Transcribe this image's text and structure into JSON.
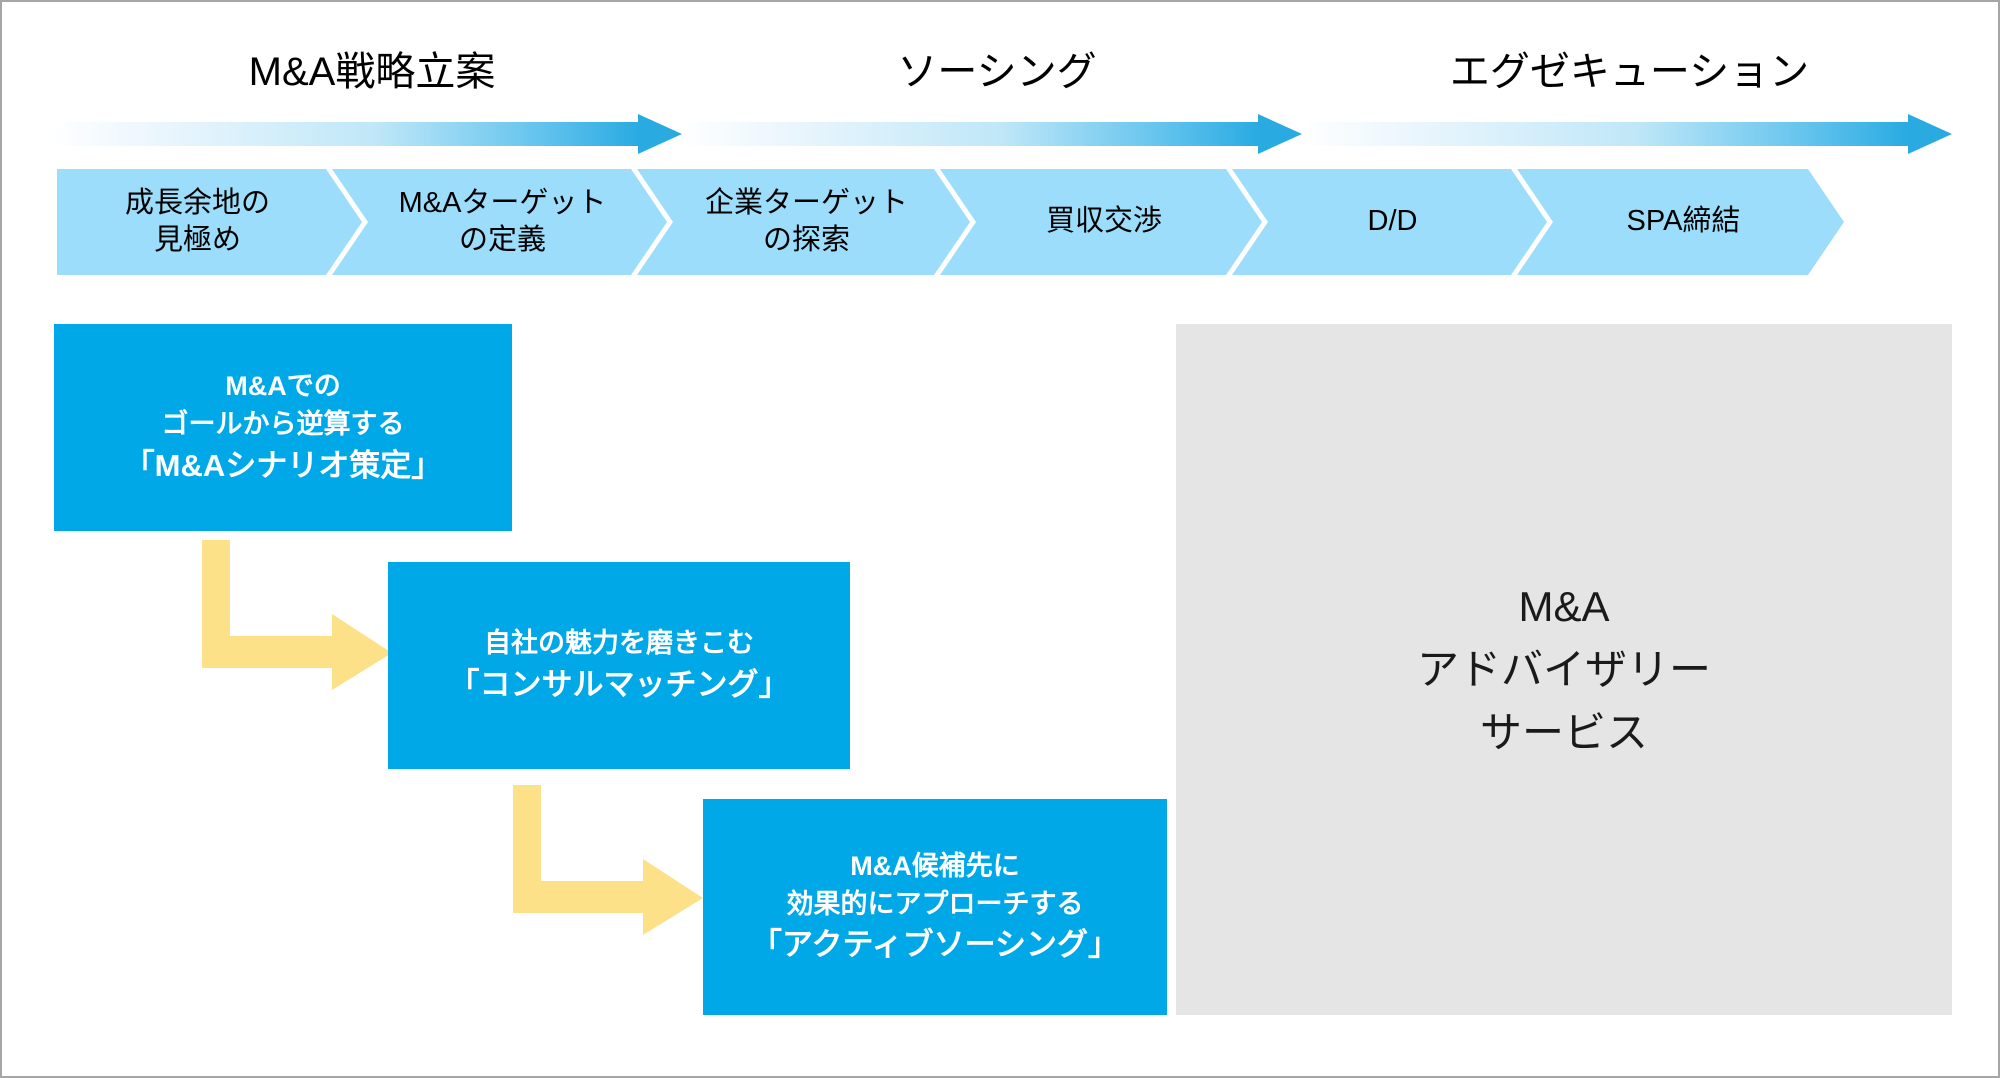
{
  "colors": {
    "arrow_gradient_start": "#FFFFFF",
    "arrow_gradient_end": "#29ABE2",
    "chevron_fill": "#9BDDFA",
    "callout_fill": "#00A8E8",
    "bent_arrow_fill": "#FCE188",
    "service_panel_fill": "#E5E5E5",
    "page_border": "#A6A6A6"
  },
  "phases": [
    {
      "title": "M&A戦略立案",
      "arrow_icon": "right-arrow-gradient-icon"
    },
    {
      "title": "ソーシング",
      "arrow_icon": "right-arrow-gradient-icon"
    },
    {
      "title": "エグゼキューション",
      "arrow_icon": "right-arrow-gradient-icon"
    }
  ],
  "process_steps": [
    {
      "lines": [
        "成長余地の",
        "見極め"
      ]
    },
    {
      "lines": [
        "M&Aターゲット",
        "の定義"
      ]
    },
    {
      "lines": [
        "企業ターゲット",
        "の探索"
      ]
    },
    {
      "lines": [
        "買収交渉"
      ]
    },
    {
      "lines": [
        "D/D"
      ]
    },
    {
      "lines": [
        "SPA締結"
      ]
    }
  ],
  "callouts": [
    {
      "name": "ma-scenario",
      "lines": [
        {
          "text": "M&Aでの",
          "emphasis": false
        },
        {
          "text": "ゴールから逆算する",
          "emphasis": false
        },
        {
          "text": "「M&Aシナリオ策定」",
          "emphasis": true
        }
      ]
    },
    {
      "name": "consul-matching",
      "lines": [
        {
          "text": "自社の魅力を磨きこむ",
          "emphasis": false
        },
        {
          "text": "「コンサルマッチング」",
          "emphasis": true
        }
      ]
    },
    {
      "name": "active-sourcing",
      "lines": [
        {
          "text": "M&A候補先に",
          "emphasis": false
        },
        {
          "text": "効果的にアプローチする",
          "emphasis": false
        },
        {
          "text": "「アクティブソーシング」",
          "emphasis": true
        }
      ]
    }
  ],
  "connectors": [
    {
      "name": "elbow-arrow-1",
      "icon": "elbow-right-arrow-icon"
    },
    {
      "name": "elbow-arrow-2",
      "icon": "elbow-right-arrow-icon"
    }
  ],
  "service_panel": {
    "lines": [
      "M&A",
      "アドバイザリー",
      "サービス"
    ]
  }
}
